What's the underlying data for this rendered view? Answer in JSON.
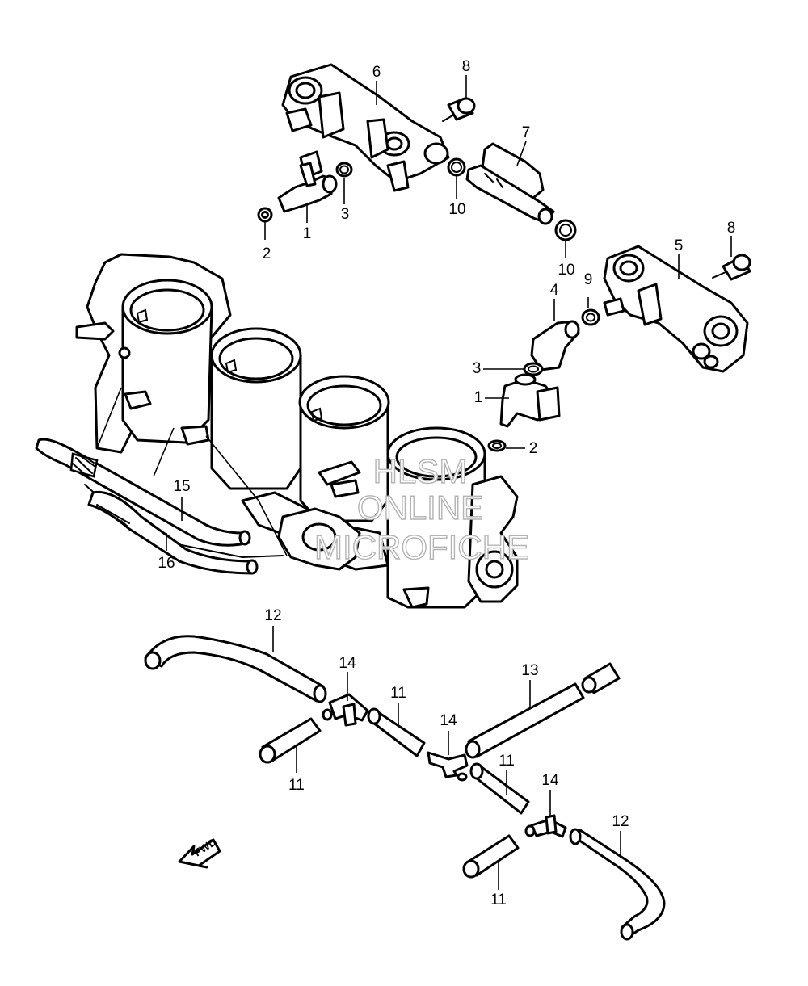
{
  "callouts": {
    "n1": "1",
    "n2": "2",
    "n3": "3",
    "n4": "4",
    "n5": "5",
    "n6": "6",
    "n7": "7",
    "n8": "8",
    "n9": "9",
    "n10": "10",
    "n11": "11",
    "n12": "12",
    "n13": "13",
    "n14": "14",
    "n15": "15",
    "n16": "16"
  },
  "watermark": {
    "line1": "HLSM",
    "line2": "ONLINE",
    "line3": "MICROFICHE"
  },
  "direction_marker": {
    "label": "FWD"
  }
}
